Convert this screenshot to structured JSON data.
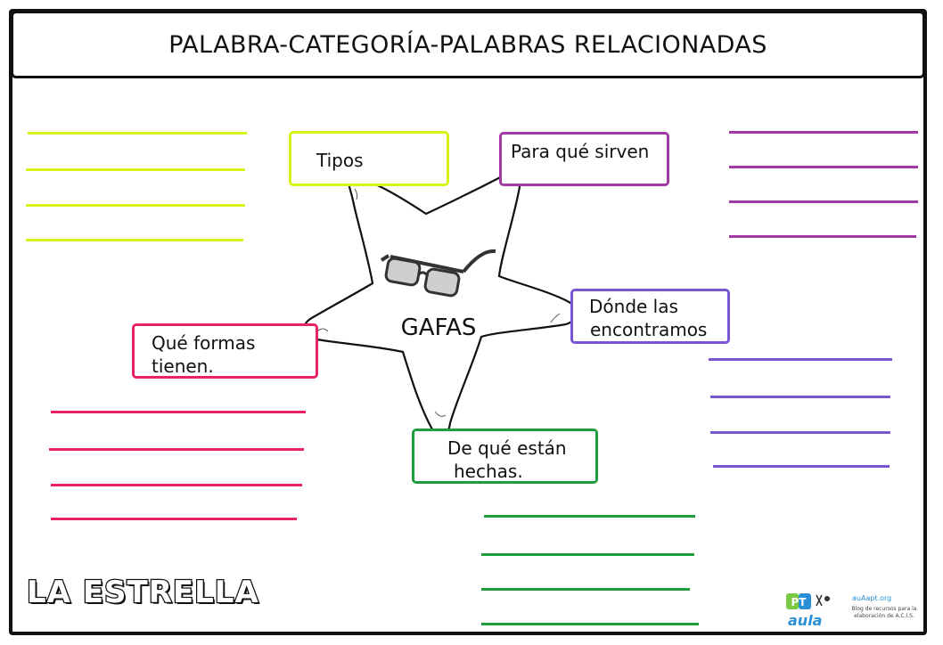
{
  "title": "PALABRA-CATEGORÍA-PALABRAS RELACIONADAS",
  "center_word": "GAFAS",
  "boxes": {
    "tipos": "Tipos",
    "para_que": "Para qué sirven",
    "donde_1": "Dónde las",
    "donde_2": "encontramos",
    "formas_1": "Qué formas",
    "formas_2": "tienen.",
    "hechas_1": "De qué están",
    "hechas_2": "hechas."
  },
  "brand": "LA ESTRELLA",
  "logo": {
    "text_pt": "PT",
    "text_aula": "aula"
  },
  "site": "auAapt.org",
  "credits": [
    "Blog de recursos para la",
    "elaboración de A.C.I.S."
  ],
  "colors": {
    "lime": "#d8f21c",
    "purple": "#a23aa3",
    "violet": "#7a55d6",
    "pink": "#e8216a",
    "green": "#1e9e3c"
  }
}
